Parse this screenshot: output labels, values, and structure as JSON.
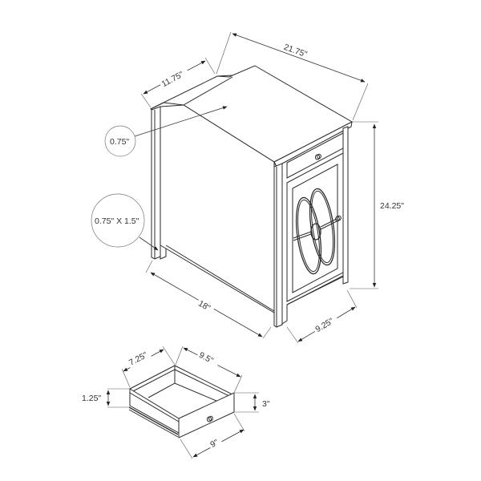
{
  "diagram": {
    "title": "",
    "subject": "accent-cabinet-dimensions",
    "dimensions": {
      "overall_width": "21.75\"",
      "overall_depth": "11.75\"",
      "overall_height": "24.25\"",
      "side_depth": "18\"",
      "front_width": "9.25\"",
      "top_thickness": "0.75\"",
      "leg_size": "0.75\" X 1.5\""
    },
    "drawer": {
      "width": "9.5\"",
      "depth": "7.25\"",
      "front_height": "3\"",
      "side_height": "1.25\"",
      "front_width": "9\""
    }
  }
}
